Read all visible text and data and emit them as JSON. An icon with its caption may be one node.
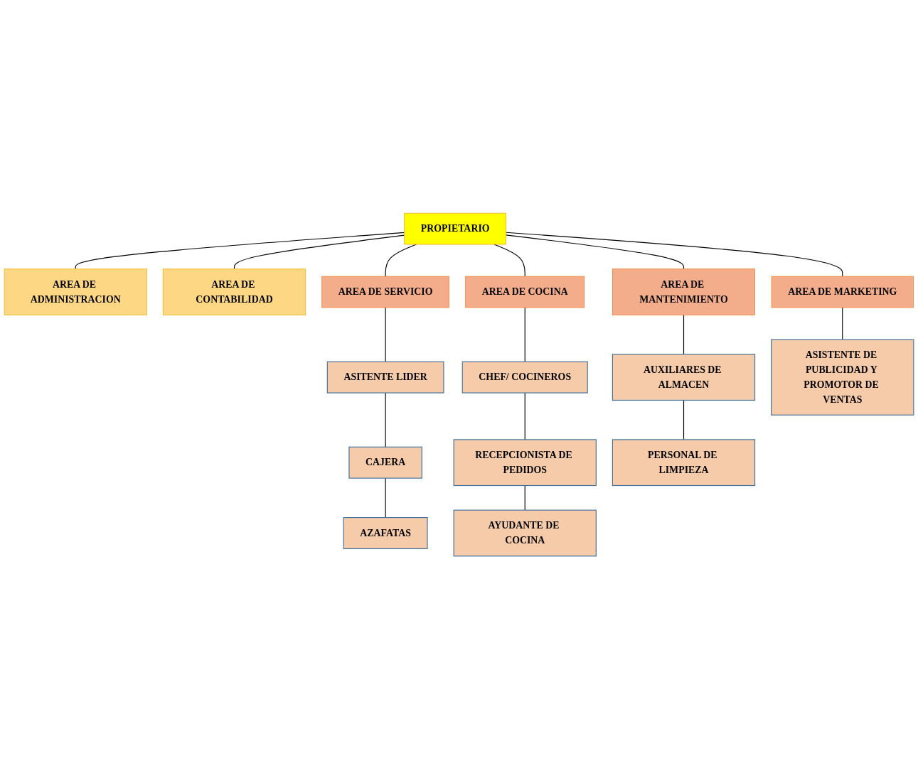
{
  "diagram": {
    "nodes": [
      {
        "text": [
          "PROPIETARIO"
        ]
      },
      {
        "text": [
          "AREA DE ADMINISTRACION"
        ]
      },
      {
        "text": [
          "AREA DE CONTABILIDAD"
        ]
      },
      {
        "text": [
          "AREA DE SERVICIO"
        ]
      },
      {
        "text": [
          "AREA DE COCINA"
        ]
      },
      {
        "text": [
          "AREA DE MANTENIMIENTO"
        ]
      },
      {
        "text": [
          "AREA DE MARKETING"
        ]
      },
      {
        "text": [
          "ASITENTE LIDER"
        ]
      },
      {
        "text": [
          "CAJERA"
        ]
      },
      {
        "text": [
          "AZAFATAS"
        ]
      },
      {
        "text": [
          "CHEF/ COCINEROS"
        ]
      },
      {
        "text": [
          "RECEPCIONISTA DE PEDIDOS"
        ]
      },
      {
        "text": [
          "AYUDANTE DE COCINA"
        ]
      },
      {
        "text": [
          "AUXILIARES DE ALMACEN"
        ]
      },
      {
        "text": [
          "PERSONAL DE LIMPIEZA"
        ]
      },
      {
        "text": [
          "ASISTENTE DE PUBLICIDAD Y PROMOTOR DE VENTAS"
        ]
      }
    ],
    "edges": [
      {
        "from": 0,
        "to": 1,
        "arrow": "none"
      },
      {
        "from": 0,
        "to": 2,
        "arrow": "none"
      },
      {
        "from": 0,
        "to": 3,
        "arrow": "none"
      },
      {
        "from": 0,
        "to": 4,
        "arrow": "none"
      },
      {
        "from": 0,
        "to": 5,
        "arrow": "none"
      },
      {
        "from": 0,
        "to": 6,
        "arrow": "none"
      },
      {
        "from": 3,
        "to": 7,
        "arrow": "none"
      },
      {
        "from": 7,
        "to": 8,
        "arrow": "none"
      },
      {
        "from": 8,
        "to": 9,
        "arrow": "none"
      },
      {
        "from": 4,
        "to": 10,
        "arrow": "none"
      },
      {
        "from": 10,
        "to": 11,
        "arrow": "none"
      },
      {
        "from": 11,
        "to": 12,
        "arrow": "none"
      },
      {
        "from": 5,
        "to": 13,
        "arrow": "none"
      },
      {
        "from": 13,
        "to": 14,
        "arrow": "none"
      },
      {
        "from": 6,
        "to": 15,
        "arrow": "none"
      }
    ]
  }
}
